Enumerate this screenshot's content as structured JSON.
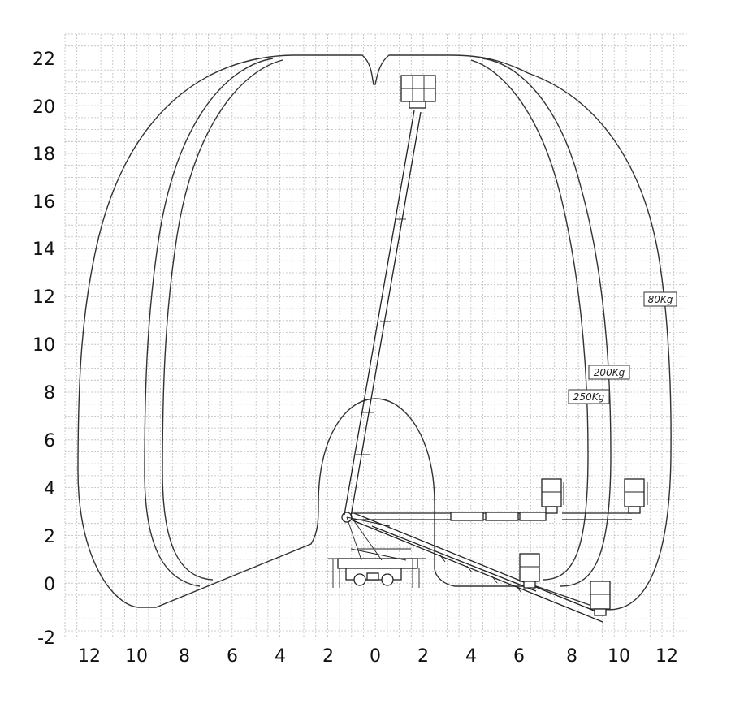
{
  "axes": {
    "x_ticks": [
      "12",
      "10",
      "8",
      "6",
      "4",
      "2",
      "0",
      "2",
      "4",
      "6",
      "8",
      "10",
      "12"
    ],
    "y_ticks": [
      "22",
      "20",
      "18",
      "16",
      "14",
      "12",
      "10",
      "8",
      "6",
      "4",
      "2",
      "0",
      "-2"
    ]
  },
  "load_labels": {
    "l80": "80Kg",
    "l200": "200Kg",
    "l250": "250Kg"
  },
  "colors": {
    "line": "#333333",
    "grid": "#bdbdbd",
    "text": "#111111"
  }
}
